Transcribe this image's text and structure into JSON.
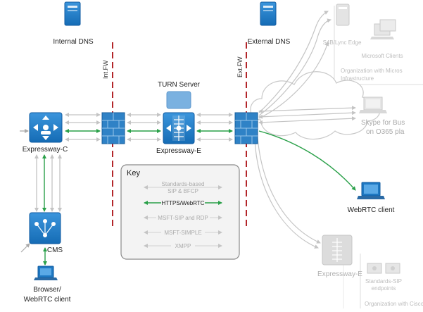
{
  "labels": {
    "internal_dns": "Internal DNS",
    "external_dns": "External DNS",
    "int_fw": "Int.FW",
    "ext_fw": "Ext.FW",
    "turn_server": "TURN Server",
    "expressway_c": "Expressway-C",
    "expressway_e": "Expressway-E",
    "cms": "CMS",
    "browser_line1": "Browser/",
    "browser_line2": "WebRTC client",
    "webrtc_client": "WebRTC client",
    "s4b_edge": "S4B/Lync Edge",
    "microsoft_clients": "Microsoft Clients",
    "org_ms_line1": "Organization with Micros",
    "org_ms_line2": "Infrastructure",
    "skype_line1": "Skype for Bus",
    "skype_line2": "on O365 pla",
    "expressway_e_remote": "Expressway-E",
    "standards_sip_line1": "Standards-SIP",
    "standards_sip_line2": "endpoints",
    "org_cisco": "Organization with Cisco"
  },
  "key": {
    "title": "Key",
    "items": [
      {
        "line1": "Standards-based",
        "line2": "SIP & BFCP"
      },
      {
        "line1": "HTTPS/WebRTC",
        "line2": ""
      },
      {
        "line1": "MSFT-SIP and RDP",
        "line2": ""
      },
      {
        "line1": "MSFT-SIMPLE",
        "line2": ""
      },
      {
        "line1": "XMPP",
        "line2": ""
      }
    ]
  },
  "colors": {
    "cisco_blue": "#1e78c2",
    "cisco_blue_dark": "#125a96",
    "https_green": "#2aa049",
    "firewall_red": "#b3262a",
    "gray_line": "#c4c4c4",
    "faded": "#cfcfcf"
  }
}
